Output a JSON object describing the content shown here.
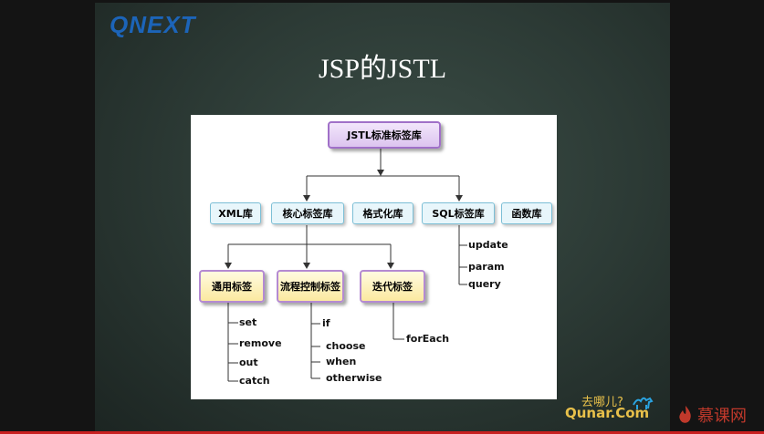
{
  "logo": "QNEXT",
  "slide_title": "JSP的JSTL",
  "diagram": {
    "root": "JSTL标准标签库",
    "libraries": [
      "XML库",
      "核心标签库",
      "格式化库",
      "SQL标签库",
      "函数库"
    ],
    "sql_tags": [
      "update",
      "param",
      "query"
    ],
    "core_groups": [
      {
        "label": "通用标签",
        "tags": [
          "set",
          "remove",
          "out",
          "catch"
        ]
      },
      {
        "label": "流程控制标签",
        "tags": [
          "if",
          "choose",
          "when",
          "otherwise"
        ]
      },
      {
        "label": "迭代标签",
        "tags": [
          "forEach"
        ]
      }
    ]
  },
  "branding": {
    "qunar_cn": "去哪儿?",
    "qunar_en": "Qunar.Com",
    "imooc": "慕课网"
  },
  "colors": {
    "logo": "#1c64b8",
    "root_border": "#a070c8",
    "group_fill": "#fbe9a0",
    "library_fill": "#e8f6fb",
    "accent_red": "#c82020"
  }
}
